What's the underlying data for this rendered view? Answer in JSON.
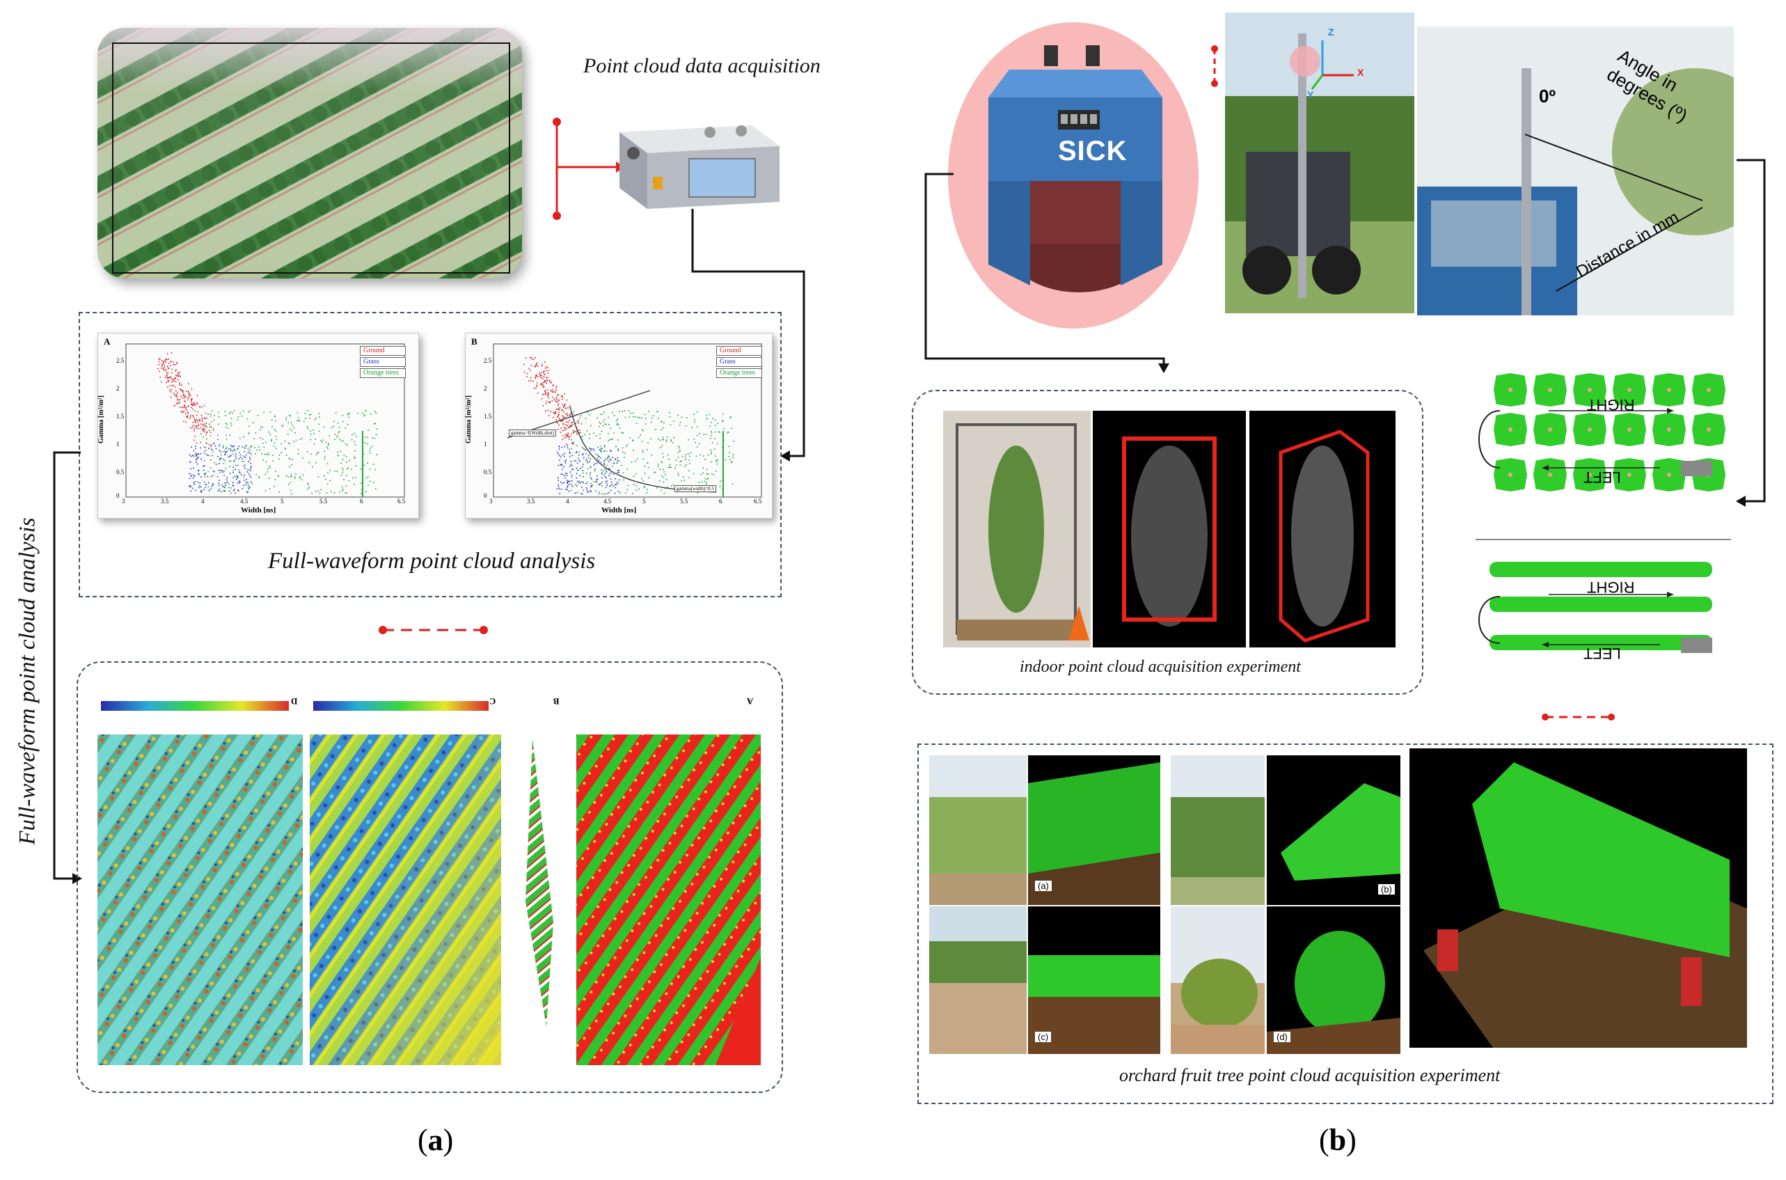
{
  "captions": {
    "acquisition": "Point cloud data acquisition",
    "analysis": "Full-waveform point cloud analysis",
    "vertical": "Full-waveform point cloud analysis",
    "indoor": "indoor point cloud acquisition experiment",
    "orchard": "orchard fruit tree point cloud acquisition experiment"
  },
  "labels": {
    "a": "(a)",
    "b": "(b)",
    "a_open": "(",
    "a_letter": "a",
    "a_close": ")",
    "b_open": "(",
    "b_letter": "b",
    "b_close": ")"
  },
  "plots": {
    "left": {
      "panel": "A",
      "legend": [
        "Ground",
        "Grass",
        "Orange trees"
      ],
      "xlabel": "Width [ns]",
      "ylabel": "Gamma [m²/m²]",
      "xticks": [
        "3",
        "3.5",
        "4",
        "4.5",
        "5",
        "5.5",
        "6",
        "6.5"
      ],
      "yticks": [
        "0",
        "0.5",
        "1",
        "1.5",
        "2",
        "2.5"
      ]
    },
    "right": {
      "panel": "B",
      "legend": [
        "Ground",
        "Grass",
        "Orange trees"
      ],
      "xlabel": "Width [ns]",
      "ylabel": "Gamma [m²/m²]",
      "xticks": [
        "3",
        "3.5",
        "4",
        "4.5",
        "5",
        "5.5",
        "6",
        "6.5"
      ],
      "yticks": [
        "0",
        "0.5",
        "1",
        "1.5",
        "2",
        "2.5"
      ],
      "annot1": "gamma=f(Width,shot)",
      "annot2": "gamma(width)=0.5"
    }
  },
  "maps": {
    "panels": [
      "D",
      "C",
      "B",
      "A"
    ]
  },
  "sensor": {
    "brand": "SICK"
  },
  "mount": {
    "zero": "0º",
    "angle": "Angle in degrees (º)",
    "distance": "Distance in mm",
    "axis_z": "Z",
    "axis_x": "X",
    "axis_y": "Y"
  },
  "paths": {
    "right": "RIGHT",
    "left": "LEFT"
  },
  "orchard_panels": [
    "(a)",
    "(b)",
    "(c)",
    "(d)"
  ],
  "colors": {
    "connector": "#e0201c",
    "arrow": "#111111",
    "box": "#46506a",
    "tree": "#2fcc2a",
    "red": "#e8241c"
  }
}
